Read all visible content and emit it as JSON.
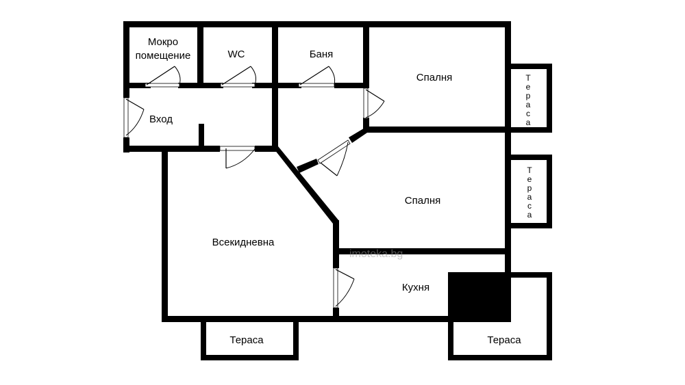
{
  "rooms": {
    "utility": [
      "Мокро",
      "помещение"
    ],
    "wc": "WC",
    "bath": "Баня",
    "bedroom_top": "Спалня",
    "entrance": "Вход",
    "bedroom_middle": "Спалня",
    "living": "Всекидневна",
    "kitchen": "Кухня"
  },
  "terraces": {
    "right_top": [
      "Т",
      "е",
      "р",
      "а",
      "с",
      "а"
    ],
    "right_middle": [
      "Т",
      "е",
      "р",
      "а",
      "с",
      "а"
    ],
    "bottom_left": "Тераса",
    "bottom_right": "Тераса"
  },
  "watermark": "imoteka.bg",
  "colors": {
    "wall": "#000000",
    "background": "#ffffff",
    "watermark": "#9a9a9a"
  }
}
